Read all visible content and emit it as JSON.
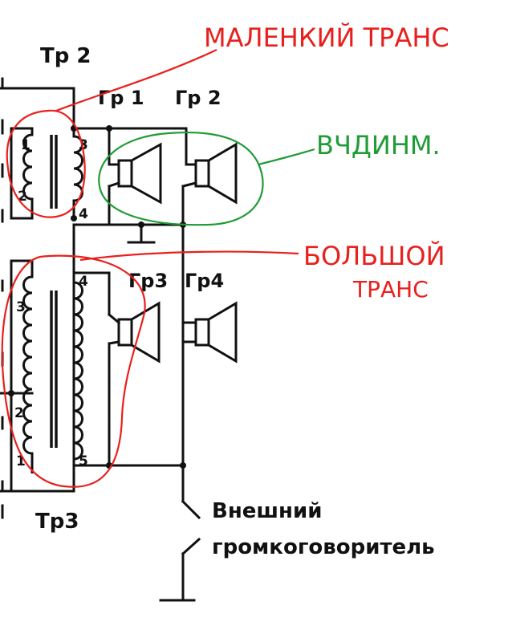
{
  "transformers": {
    "small": {
      "label": "Тр 2",
      "primary_pins": [
        "1",
        "2"
      ],
      "secondary_pins": [
        "3",
        "4"
      ]
    },
    "large": {
      "label": "Тр3",
      "primary_pins": [
        "3",
        "2",
        "1"
      ],
      "secondary_pins": [
        "4",
        "5"
      ]
    }
  },
  "speakers": {
    "gr1": "Гр 1",
    "gr2": "Гр 2",
    "gr3": "Гр3",
    "gr4": "Гр4"
  },
  "external_output": {
    "line1": "Внешний",
    "line2": "громкоговоритель"
  },
  "annotations": {
    "small_trans": "МАЛЕНКИЙ ТРАНС",
    "hf_speakers": "ВЧДИНМ.",
    "large_trans_line1": "БОЛЬШОЙ",
    "large_trans_line2": "ТРАНС"
  },
  "colors": {
    "ink": "#111111",
    "annotation_red": "#e8201d",
    "annotation_green": "#1f9c36"
  }
}
